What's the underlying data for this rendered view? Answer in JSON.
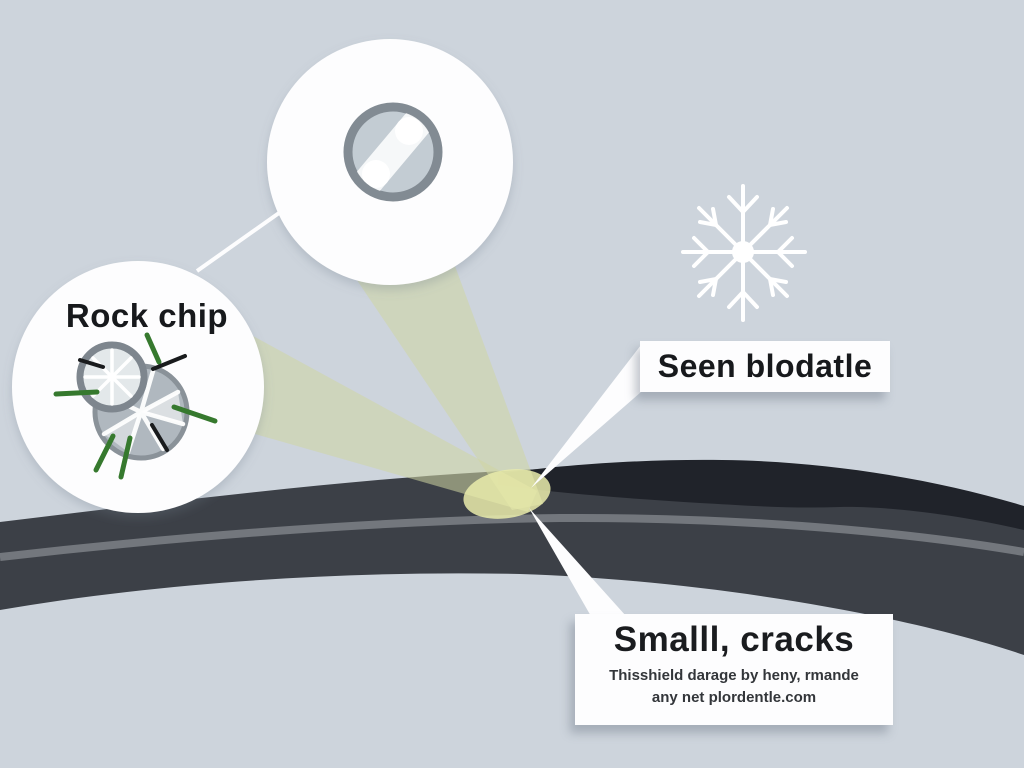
{
  "diagram": {
    "type": "windshield-damage-infographic",
    "labels": {
      "rock_chip": "Rock chip",
      "star_break_callout": "Seen blodatle",
      "bottom_callout_title": "Smalll, cracks",
      "bottom_callout_line1": "Thisshield darage by heny, rmande",
      "bottom_callout_line2": "any net plordentle.com"
    },
    "icons": {
      "rock_chip_illustration": "shattered-chip-with-green-and-black-crack-spikes",
      "bullseye_chip_illustration": "round-glass-bullseye-chip",
      "star_break_icon": "white-snowflake-star-crack"
    },
    "colors": {
      "background": "#cdd4dc",
      "band_gray": "#3c4047",
      "band_black": "#20232a",
      "band_stripe": "#73777d",
      "beam_olive": "#d0d5a2",
      "beam_bright": "#eaecac",
      "circle_white": "#fdfdfe",
      "chip_ring": "#828b93",
      "chip_fill": "#c3ccd3",
      "crack_green": "#36792e",
      "crack_black": "#191b1d",
      "text_dark": "#17191c"
    }
  }
}
